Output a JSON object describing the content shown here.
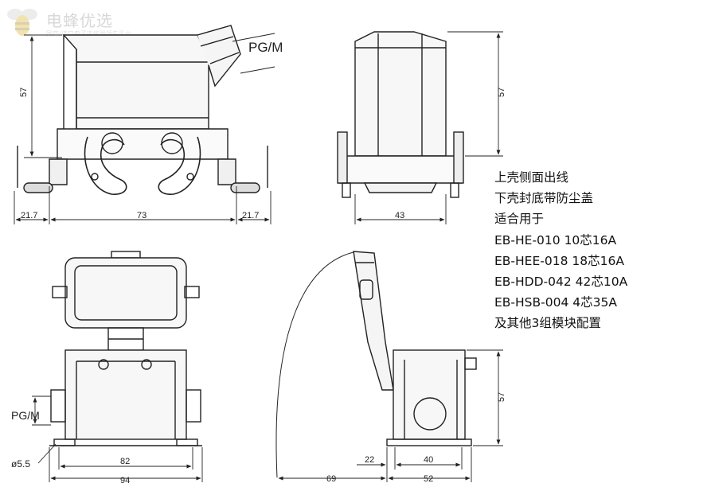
{
  "logo": {
    "name": "电蜂优选",
    "tagline": "国产/进口电子连接器领先平台"
  },
  "labels": {
    "pgm_top": "PG/M",
    "pgm_left": "PG/M",
    "hole_dia": "ø5.5"
  },
  "dimensions": {
    "front_height": "57",
    "front_left_ext": "21.7",
    "front_width": "73",
    "front_right_ext": "21.7",
    "side_height": "57",
    "side_width": "43",
    "bottom_inner": "82",
    "bottom_outer": "94",
    "right_height": "57",
    "right_offset": "22",
    "right_inner": "40",
    "right_swing": "69",
    "right_width": "52"
  },
  "notes": [
    "上壳侧面出线",
    "下壳封底带防尘盖",
    "适合用于",
    "EB-HE-010 10芯16A",
    "EB-HEE-018 18芯16A",
    "EB-HDD-042 42芯10A",
    "EB-HSB-004 4芯35A",
    "及其他3组模块配置"
  ]
}
